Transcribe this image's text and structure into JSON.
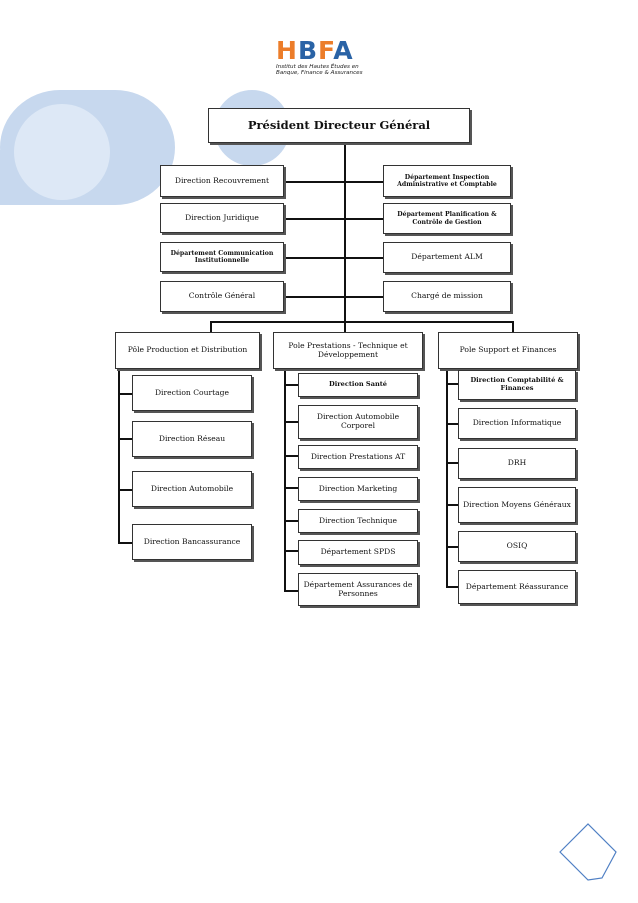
{
  "colors": {
    "orange": "#ec7d2a",
    "blue": "#2a63a6",
    "deco_blue": "#c7d8ee",
    "deco_light": "#dbe7f5",
    "corner_blue": "#4f7fc4"
  },
  "logo": {
    "h": "H",
    "b": "B",
    "f": "F",
    "a": "A",
    "line1": "Institut des Hautes Études en",
    "line2": "Banque, Finance & Assurances"
  },
  "org": {
    "top": "Président Directeur Général",
    "left_staff": [
      "Direction Recouvrement",
      "Direction Juridique",
      "Département Communication Institutionnelle",
      "Contrôle Général"
    ],
    "right_staff": [
      "Département Inspection Administrative et Comptable",
      "Département Planification & Contrôle de Gestion",
      "Département ALM",
      "Chargé de mission"
    ],
    "poles": [
      {
        "name": "Pôle  Production et Distribution",
        "units": [
          "Direction Courtage",
          "Direction Réseau",
          "Direction Automobile",
          "Direction Bancassurance"
        ]
      },
      {
        "name": "Pole Prestations - Technique et Développement",
        "units": [
          "Direction Santé",
          "Direction Automobile Corporel",
          "Direction Prestations AT",
          "Direction Marketing",
          "Direction Technique",
          "Département SPDS",
          "Département Assurances de Personnes"
        ]
      },
      {
        "name": "Pole Support et Finances",
        "units": [
          "Direction Comptabilité & Finances",
          "Direction Informatique",
          "DRH",
          "Direction Moyens Généraux",
          "OSIQ",
          "Département Réassurance"
        ]
      }
    ]
  }
}
